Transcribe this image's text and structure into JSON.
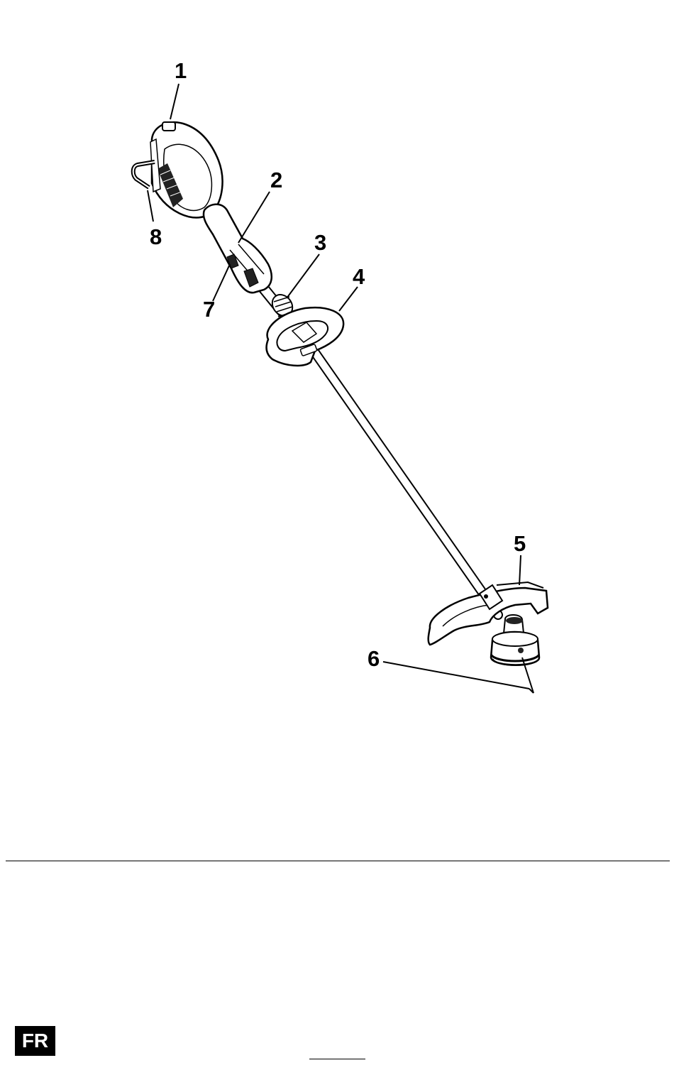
{
  "figure": {
    "callouts": [
      {
        "id": "1",
        "label": "1"
      },
      {
        "id": "2",
        "label": "2"
      },
      {
        "id": "3",
        "label": "3"
      },
      {
        "id": "4",
        "label": "4"
      },
      {
        "id": "5",
        "label": "5"
      },
      {
        "id": "6",
        "label": "6"
      },
      {
        "id": "7",
        "label": "7"
      },
      {
        "id": "8",
        "label": "8"
      }
    ]
  },
  "footer": {
    "language_code": "FR",
    "page_number": ""
  }
}
